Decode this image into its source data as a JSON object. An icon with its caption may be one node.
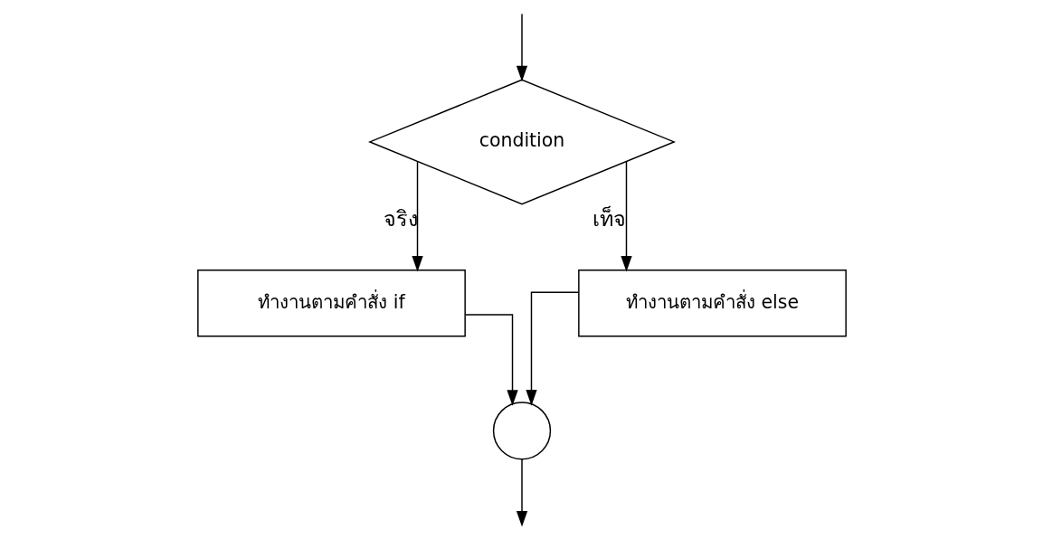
{
  "diagram": {
    "nodes": [
      {
        "text": [
          "condition"
        ]
      },
      {
        "text": [
          "ทำงานตามคำสั่ง if"
        ]
      },
      {
        "text": [
          "ทำงานตามคำสั่ง else"
        ]
      },
      {
        "text": [],
        "shape": "circle"
      }
    ],
    "edges": [
      {
        "from": null,
        "to": 0,
        "arrow": "to"
      },
      {
        "from": 0,
        "to": 1,
        "arrow": "to",
        "label": "จริง"
      },
      {
        "from": 0,
        "to": 2,
        "arrow": "to",
        "label": "เท็จ"
      },
      {
        "from": 1,
        "to": 3,
        "arrow": "to"
      },
      {
        "from": 2,
        "to": 3,
        "arrow": "to"
      },
      {
        "from": 3,
        "to": null,
        "arrow": "to"
      }
    ]
  }
}
